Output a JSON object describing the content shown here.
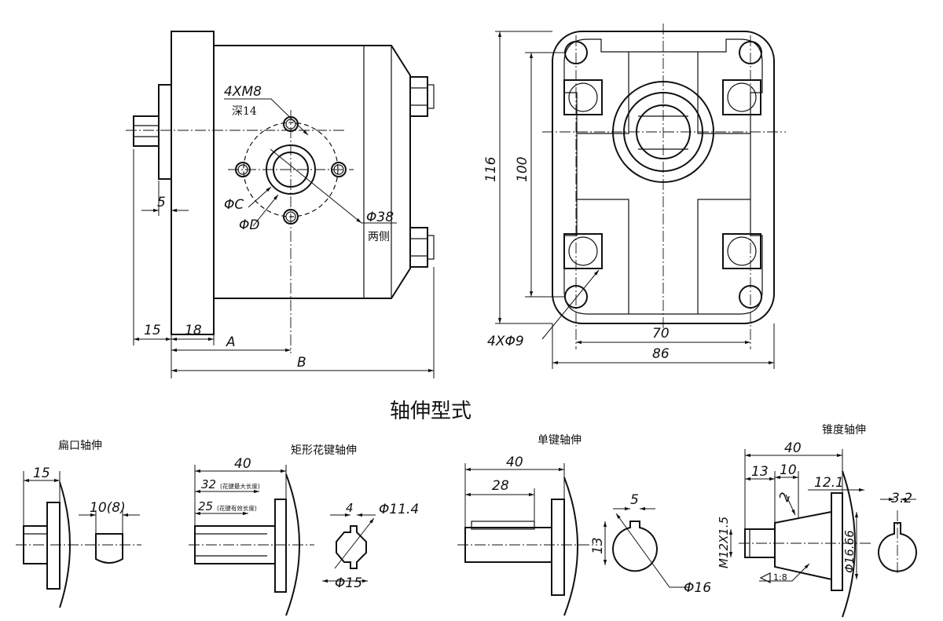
{
  "section_title": "轴伸型式",
  "side_view": {
    "thread_label": "4XM8",
    "depth_label": "深14",
    "phi_c": "ΦC",
    "phi_d": "ΦD",
    "port_dia": "Φ38",
    "both_sides": "两侧",
    "dim_5": "5",
    "dim_15": "15",
    "dim_18": "18",
    "dim_a": "A",
    "dim_b": "B"
  },
  "front_view": {
    "dim_116": "116",
    "dim_100": "100",
    "dim_70": "70",
    "dim_86": "86",
    "hole_label": "4XΦ9"
  },
  "shafts": {
    "flat": {
      "title": "扁口轴伸",
      "dim_15": "15",
      "dim_flat": "10(8)"
    },
    "spline": {
      "title": "矩形花键轴伸",
      "dim_40": "40",
      "dim_32": "32",
      "note_32": "(花键最大长度)",
      "dim_25": "25",
      "note_25": "(花键有效长度)",
      "dim_4": "4",
      "dim_114": "Φ11.4",
      "dim_15": "Φ15"
    },
    "single_key": {
      "title": "单键轴伸",
      "dim_40": "40",
      "dim_28": "28",
      "dim_5": "5",
      "dim_13": "13",
      "dim_16": "Φ16"
    },
    "taper": {
      "title": "锥度轴伸",
      "dim_40": "40",
      "dim_13": "13",
      "dim_10": "10",
      "dim_121": "12.1",
      "dim_2": "2",
      "thread": "M12X1.5",
      "dia": "Φ16.66",
      "taper": "1:8",
      "dim_32": "3.2"
    }
  }
}
